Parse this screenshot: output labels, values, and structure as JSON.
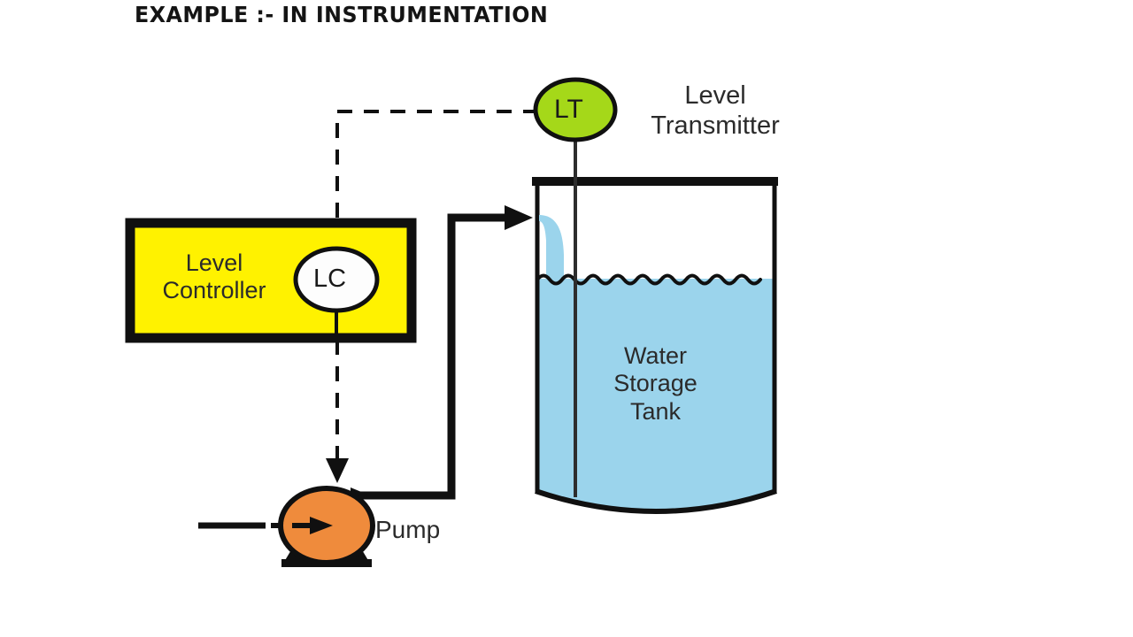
{
  "page": {
    "title": "EXAMPLE :- IN INSTRUMENTATION",
    "background": "#ffffff"
  },
  "colors": {
    "transmitter_fill": "#a5d819",
    "controller_fill": "#fff200",
    "controller_border": "#101010",
    "pump_fill": "#ef8b3c",
    "water_fill": "#9bd4ec",
    "stream_fill": "#9bd4ec",
    "line_color": "#101010",
    "tag_fill": "#fdfdfd",
    "text_color": "#2b2b2b"
  },
  "diagram": {
    "type": "process-control-loop",
    "description": "Level control loop with level transmitter, level controller, pump and water storage tank",
    "transmitter": {
      "tag": "LT",
      "label_line1": "Level",
      "label_line2": "Transmitter",
      "shape": "ellipse",
      "fill": "#a5d819"
    },
    "controller": {
      "tag": "LC",
      "label_line1": "Level",
      "label_line2": "Controller",
      "shape": "rectangle",
      "fill": "#fff200"
    },
    "tank": {
      "label_line1": "Water",
      "label_line2": "Storage",
      "label_line3": "Tank",
      "fill": "#9bd4ec",
      "bottom": "dished"
    },
    "pump": {
      "label": "Pump",
      "shape": "circle",
      "fill": "#ef8b3c"
    },
    "signals": [
      {
        "name": "transmitter-to-controller",
        "style": "dashed",
        "from": "LT",
        "to": "LC"
      },
      {
        "name": "controller-to-pump",
        "style": "dashed",
        "from": "LC",
        "to": "Pump"
      }
    ],
    "pipes": [
      {
        "name": "pump-suction-line",
        "style": "solid",
        "from": "supply",
        "to": "Pump"
      },
      {
        "name": "pump-discharge-line",
        "style": "solid",
        "from": "Pump",
        "to": "Tank"
      }
    ]
  }
}
